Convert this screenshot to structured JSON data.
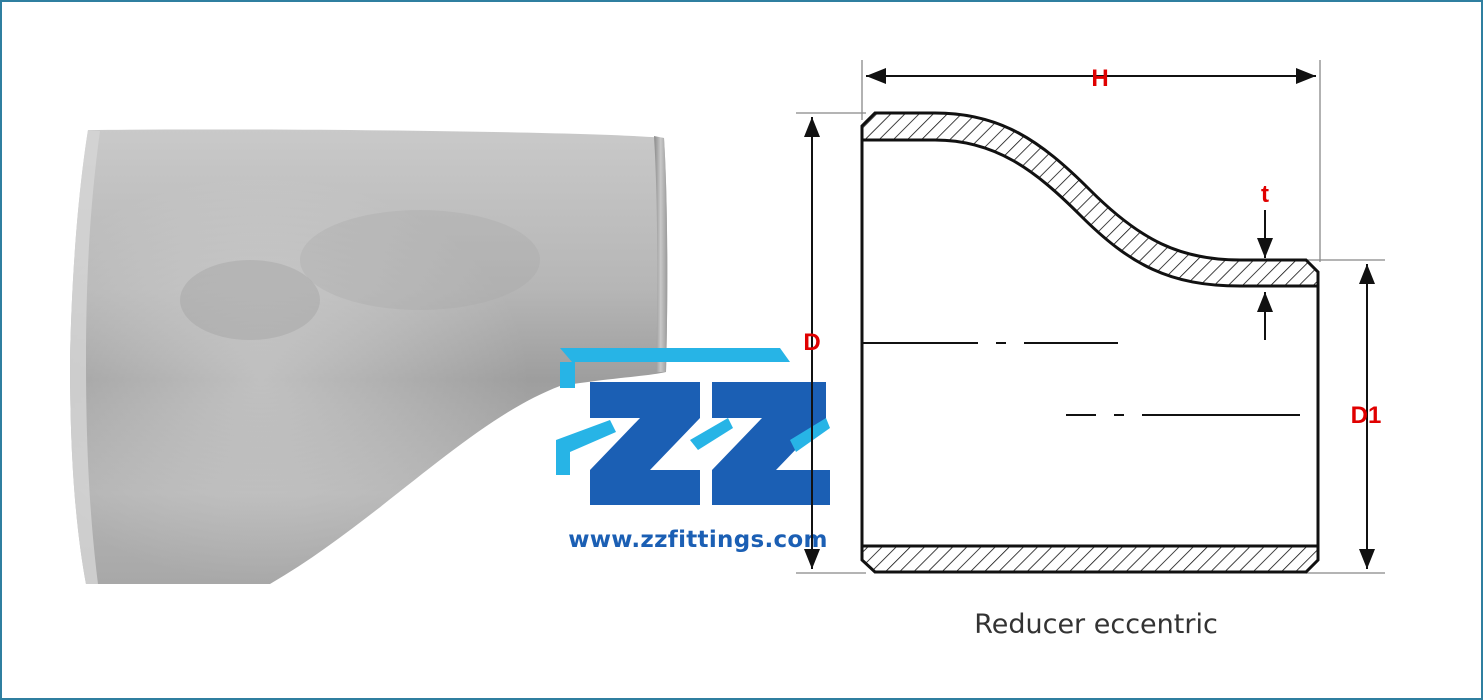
{
  "diagram": {
    "caption": "Reducer eccentric",
    "dimension_labels": {
      "H": "H",
      "D": "D",
      "D1": "D1",
      "t": "t"
    },
    "label_color": "#e00000"
  },
  "watermark": {
    "logo_text": "ZZ",
    "url": "www.zzfittings.com",
    "colors": {
      "dark_blue": "#1b5fb4",
      "light_blue": "#27b4e6"
    }
  },
  "photo": {
    "subject": "eccentric-reducer-photo"
  }
}
